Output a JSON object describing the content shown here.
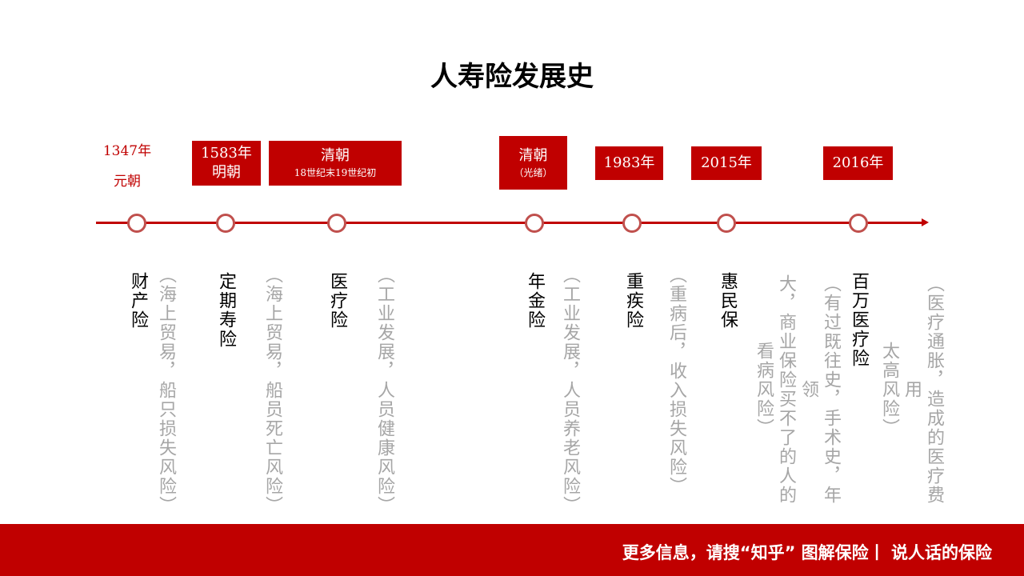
{
  "title": "人寿险发展史",
  "events": [
    {
      "line1": "1347年",
      "line2": "元朝",
      "name": "财产险",
      "note": [
        "（海上贸易，船只损失风险）"
      ]
    },
    {
      "line1": "1583年",
      "line2": "明朝",
      "name": "定期寿险",
      "note": [
        "（海上贸易，船员死亡风险）"
      ]
    },
    {
      "line1": "清朝",
      "line2": "18世纪末19世纪初",
      "name": "医疗险",
      "note": [
        "（工业发展，人员健康风险）"
      ]
    },
    {
      "line1": "清朝",
      "line2": "（光绪）",
      "name": "年金险",
      "note": [
        "（工业发展，人员养老风险）"
      ]
    },
    {
      "line1": "1983年",
      "name": "重疾险",
      "note": [
        "（重病后，收入损失风险）"
      ]
    },
    {
      "line1": "2015年",
      "name": "惠民保",
      "note": [
        "（有过既往史，手术史，年领",
        "大，商业保险买不了的人的",
        "看病风险）"
      ]
    },
    {
      "line1": "2016年",
      "name": "百万医疗险",
      "note": [
        "（医疗通胀，造成的医疗费用",
        "太高风险）"
      ]
    }
  ],
  "footer": "更多信息，请搜“知乎” 图解保险丨 说人话的保险",
  "colors": {
    "accent": "#c00000",
    "note": "#a6a6a6"
  }
}
